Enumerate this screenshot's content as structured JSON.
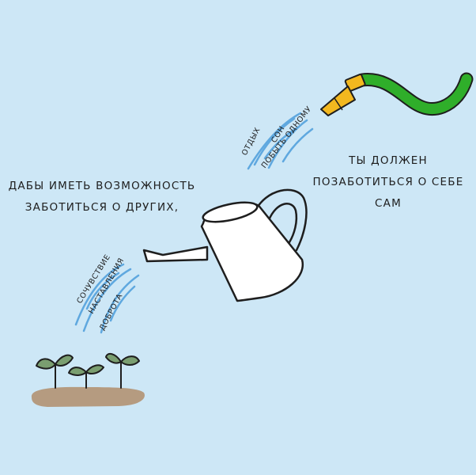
{
  "caption_left": {
    "line1": "ДАБЫ ИМЕТЬ ВОЗМОЖНОСТЬ",
    "line2": "ЗАБОТИТЬСЯ О ДРУГИХ,"
  },
  "caption_right": {
    "line1": "ТЫ ДОЛЖЕН",
    "line2": "ПОЗАБОТИТЬСЯ О СЕБЕ",
    "line3": "САМ"
  },
  "hose_stream_words": [
    "ОТДЫХ",
    "СОН",
    "ПОБЫТЬ ОДНОМУ"
  ],
  "can_stream_words": [
    "СОЧУВСТВИЕ",
    "НАСТАВЛЕНИЯ",
    "ДОБРОТА"
  ],
  "colors": {
    "background": "#cde7f6",
    "hose": "#2fae2a",
    "nozzle": "#f3b81f",
    "water": "#5fa8df",
    "soil": "#b59b80",
    "leaf": "#7a9e70",
    "outline": "#1e1e1e"
  }
}
